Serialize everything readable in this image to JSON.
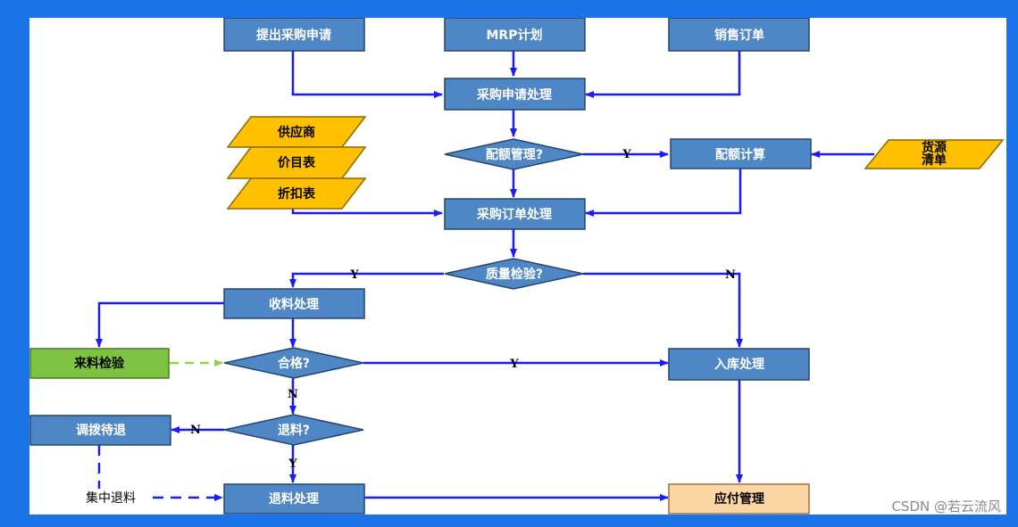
{
  "colors": {
    "background": "#1a73e8",
    "process_fill": "#4f86c6",
    "process_stroke": "#23466e",
    "data_fill": "#ffc000",
    "inspect_fill": "#7ec242",
    "payment_fill": "#fcd5a5",
    "arrow": "#1a1aff",
    "inspect_arrow": "#92d050"
  },
  "nodes": {
    "submit_request": "提出采购申请",
    "mrp_plan": "MRP计划",
    "sales_order": "销售订单",
    "purchase_request_processing": "采购申请处理",
    "quota_management": "配额管理?",
    "quota_calculation": "配额计算",
    "source_list_line1": "货源",
    "source_list_line2": "清单",
    "supplier": "供应商",
    "price_list": "价目表",
    "discount_table": "折扣表",
    "purchase_order_processing": "采购订单处理",
    "quality_inspection": "质量检验?",
    "receiving_processing": "收料处理",
    "incoming_inspection": "来料检验",
    "qualified": "合格?",
    "return_material": "退料?",
    "transfer_pending_return": "调拨待退",
    "centralized_return": "集中退料",
    "return_processing": "退料处理",
    "warehousing_processing": "入库处理",
    "payment_management": "应付管理"
  },
  "edge_labels": {
    "quota_yes": "Y",
    "quality_yes": "Y",
    "quality_no": "N",
    "qualified_yes": "Y",
    "qualified_no": "N",
    "return_no": "N",
    "return_yes": "Y"
  },
  "watermark": "CSDN @若云流风"
}
